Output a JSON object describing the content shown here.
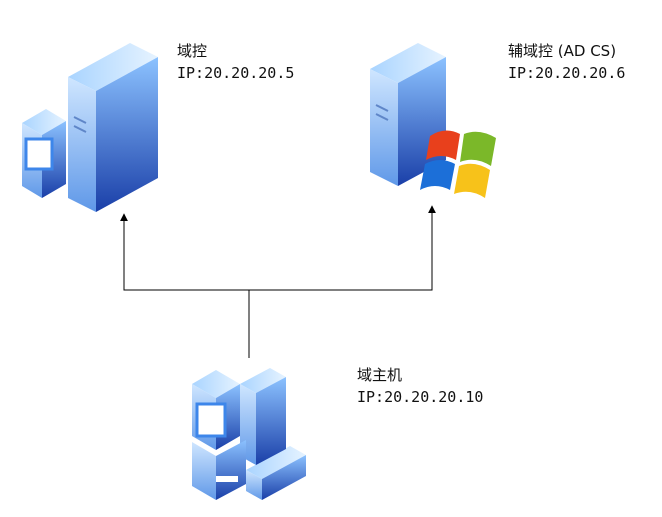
{
  "nodes": {
    "domain_controller": {
      "name": "域控",
      "ip": "IP:20.20.20.5",
      "icon": "server-with-workstation-icon"
    },
    "secondary_controller": {
      "name": "辅域控 (AD CS)",
      "ip": "IP:20.20.20.6",
      "icon": "windows-server-icon"
    },
    "domain_host": {
      "name": "域主机",
      "ip": "IP:20.20.20.10",
      "icon": "workstation-icon"
    }
  },
  "edges": [
    {
      "from": "domain_host",
      "to": "domain_controller"
    },
    {
      "from": "domain_host",
      "to": "secondary_controller"
    }
  ],
  "colors": {
    "line": "#000000",
    "server_light": "#7fb6f5",
    "server_mid": "#3d86ea",
    "server_dark": "#1a3fa8",
    "server_top": "#b9dcff",
    "win_red": "#e8401c",
    "win_green": "#7bb829",
    "win_blue": "#1c6fd8",
    "win_yellow": "#f7c21a"
  }
}
